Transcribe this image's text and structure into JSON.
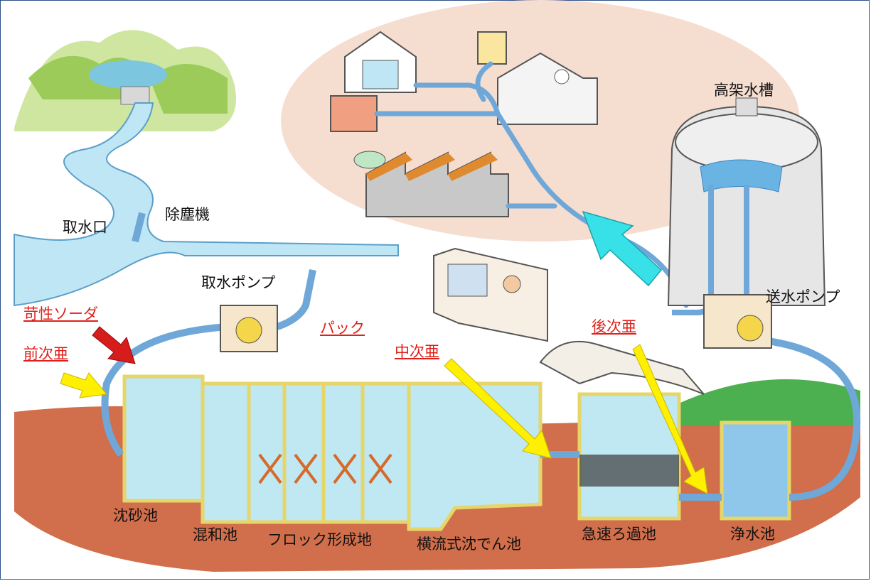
{
  "colors": {
    "water": "#a9dff2",
    "pipe": "#6fa8d8",
    "soil": "#c9552b",
    "chemical_text": "#e0201b",
    "arrow_yellow": "#ffef00",
    "arrow_red": "#d71c1c",
    "arrow_cyan": "#38e0e8"
  },
  "labels": {
    "intake": "取水口",
    "screen": "除塵機",
    "intake_pump": "取水ポンプ",
    "elevated_tank": "高架水槽",
    "supply_pump": "送水ポンプ",
    "grit_basin": "沈砂池",
    "mixing_basin": "混和池",
    "floc_basin": "フロック形成地",
    "sedimentation": "横流式沈でん池",
    "rapid_filter": "急速ろ過池",
    "clear_well": "浄水池"
  },
  "chemicals": {
    "caustic_soda": "苛性ソーダ",
    "pre_chlorine": "前次亜",
    "pac": "パック",
    "mid_chlorine": "中次亜",
    "post_chlorine": "後次亜"
  }
}
